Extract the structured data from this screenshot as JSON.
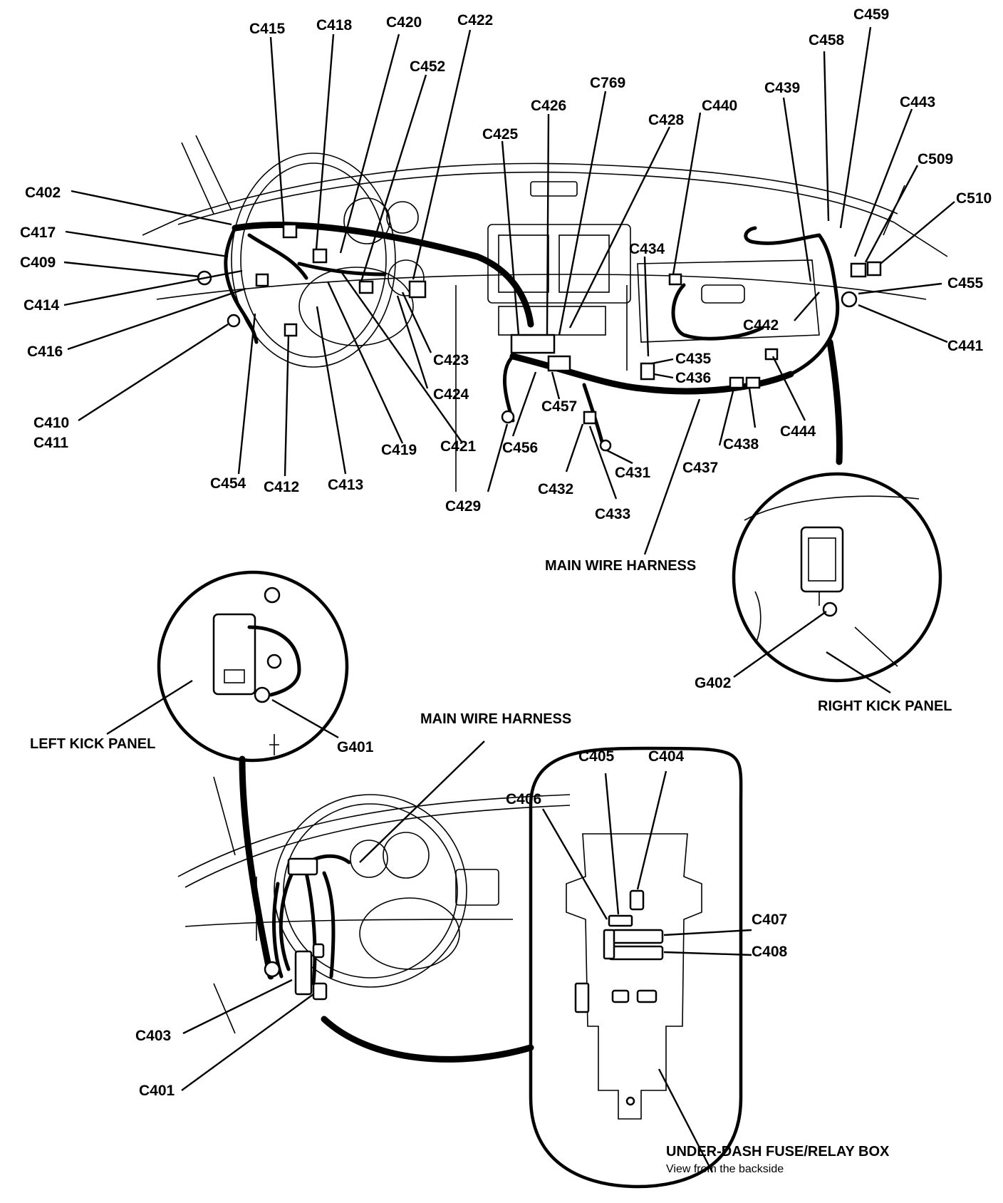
{
  "labels": {
    "c415": "C415",
    "c418": "C418",
    "c420": "C420",
    "c422": "C422",
    "c452": "C452",
    "c769": "C769",
    "c426": "C426",
    "c425": "C425",
    "c428": "C428",
    "c440": "C440",
    "c439": "C439",
    "c458": "C458",
    "c459": "C459",
    "c443": "C443",
    "c509": "C509",
    "c510": "C510",
    "c455": "C455",
    "c441": "C441",
    "c442": "C442",
    "c434": "C434",
    "c435": "C435",
    "c436": "C436",
    "c444": "C444",
    "c438": "C438",
    "c437": "C437",
    "c402": "C402",
    "c417": "C417",
    "c409": "C409",
    "c414": "C414",
    "c416": "C416",
    "c410": "C410",
    "c411": "C411",
    "c454": "C454",
    "c412": "C412",
    "c413": "C413",
    "c419": "C419",
    "c421": "C421",
    "c423": "C423",
    "c424": "C424",
    "c457": "C457",
    "c456": "C456",
    "c429": "C429",
    "c432": "C432",
    "c433": "C433",
    "c431": "C431",
    "g402": "G402",
    "g401": "G401",
    "c405": "C405",
    "c404": "C404",
    "c406": "C406",
    "c407": "C407",
    "c408": "C408",
    "c403": "C403",
    "c401": "C401"
  },
  "captions": {
    "main_harness_upper": "MAIN WIRE HARNESS",
    "main_harness_lower": "MAIN WIRE HARNESS",
    "right_kick_panel": "RIGHT KICK PANEL",
    "left_kick_panel": "LEFT KICK PANEL",
    "fuse_box": "UNDER-DASH FUSE/RELAY BOX",
    "fuse_box_note": "View from the backside"
  }
}
